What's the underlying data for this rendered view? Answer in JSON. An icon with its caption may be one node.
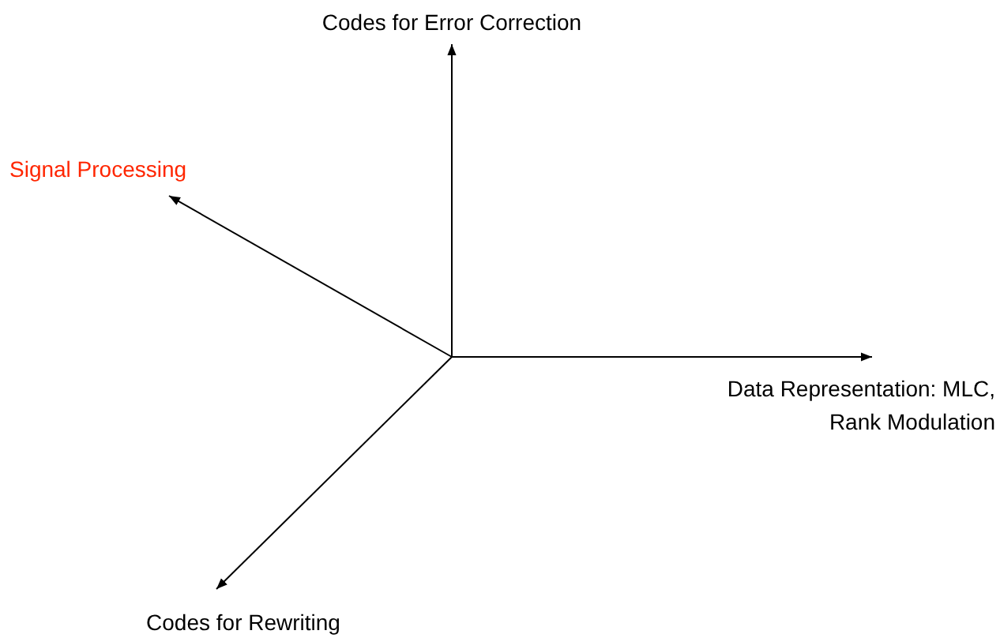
{
  "diagram": {
    "nodes": [
      {
        "text": [
          "Codes for Error Correction"
        ]
      },
      {
        "text": [
          "Signal Processing"
        ]
      },
      {
        "text": [
          "Data Representation: MLC, Rank Modulation"
        ]
      },
      {
        "text": [
          "Codes for Rewriting"
        ]
      }
    ],
    "edges": [
      {
        "from": null,
        "to": 0,
        "arrow": "to"
      },
      {
        "from": null,
        "to": 1,
        "arrow": "to"
      },
      {
        "from": null,
        "to": 2,
        "arrow": "to"
      },
      {
        "from": null,
        "to": 3,
        "arrow": "to"
      }
    ]
  }
}
